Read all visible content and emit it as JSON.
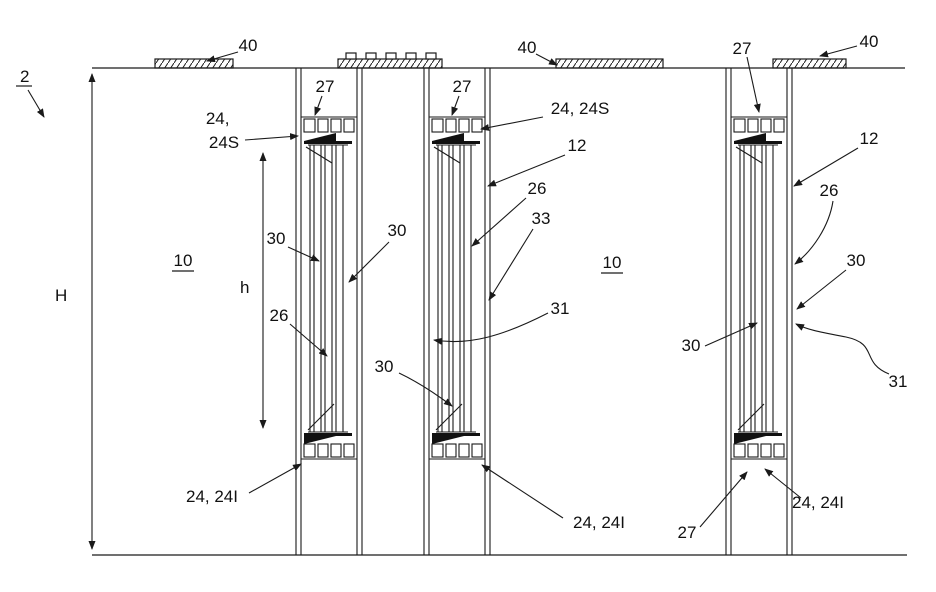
{
  "labels": {
    "assembly": "2",
    "overall_height": "H",
    "glazing_height": "h",
    "wall_panel": "10",
    "top_rail": "40",
    "cap": "27",
    "frame": "12",
    "bracket_upper": "24, 24S",
    "bracket_upper_l1": "24,",
    "bracket_upper_l2": "24S",
    "bracket_lower": "24, 24I",
    "spacer": "26",
    "gasket": "33",
    "pane": "30",
    "film": "31"
  },
  "colors": {
    "ink": "#1a1a1a",
    "background": "#ffffff"
  }
}
